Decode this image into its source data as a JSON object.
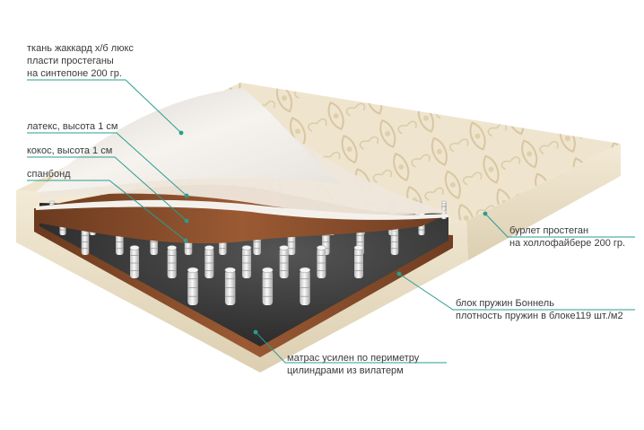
{
  "labels": {
    "top_fabric": {
      "line1": "ткань жаккард х/б люкс",
      "line2": "пласти простеганы",
      "line3": "на синтепоне 200 гр."
    },
    "latex": "латекс, высота 1 см",
    "coconut": "кокос, высота 1 см",
    "spunbond": "спанбонд",
    "side_border": {
      "line1": "бурлет простеган",
      "line2": "на холлофайбере 200 гр."
    },
    "spring_block": {
      "line1": "блок пружин Боннель",
      "line2": "плотность пружин в блоке119 шт./м2"
    },
    "perimeter": {
      "line1": "матрас усилен по периметру",
      "line2": "цилиндрами из вилатерм"
    }
  },
  "colors": {
    "leader_line": "#2a9d8f",
    "fabric": "#eee3cc",
    "fabric_pattern": "#d9c8a3",
    "coconut": "#7a4526",
    "latex": "#f1ece7",
    "spring": "#e9e9e9",
    "spring_shadow": "#9a9a9a",
    "cavity": "#3a3a3a"
  }
}
